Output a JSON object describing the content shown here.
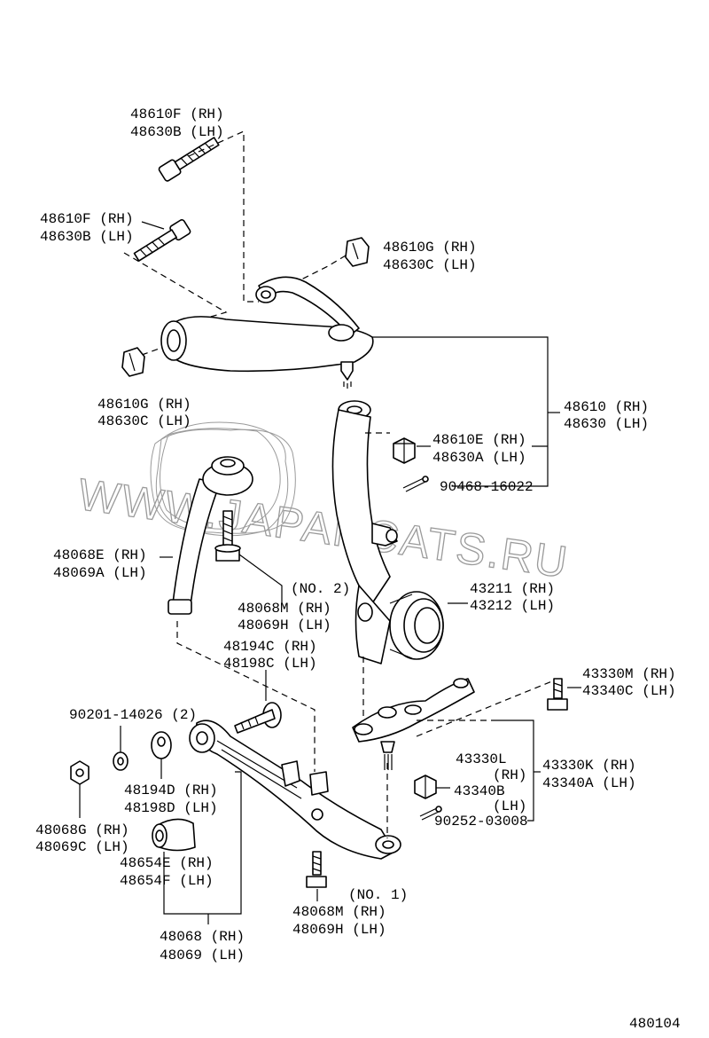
{
  "diagram_code": "480104",
  "watermark": {
    "line1": "WWW.JAPANCATS.RU"
  },
  "labels": {
    "bolt_top": [
      "48610F (RH)",
      "48630B (LH)"
    ],
    "bolt_mid": [
      "48610F (RH)",
      "48630B (LH)"
    ],
    "bushing_nut_right": [
      "48610G (RH)",
      "48630C (LH)"
    ],
    "bushing_nut_left": [
      "48610G (RH)",
      "48630C (LH)"
    ],
    "upper_arm": [
      "48610 (RH)",
      "48630 (LH)"
    ],
    "upper_nut": [
      "48610E (RH)",
      "48630A (LH)"
    ],
    "cotter_pin_upper": "90468-16022",
    "strut_rod_bracket": [
      "48068E (RH)",
      "48069A (LH)"
    ],
    "bolt_no2": [
      "(NO. 2)",
      "48068M (RH)",
      "48069H (LH)"
    ],
    "knuckle": [
      "43211 (RH)",
      "43212 (LH)"
    ],
    "lower_bolt": [
      "48194C (RH)",
      "48198C (LH)"
    ],
    "washer_qty": "90201-14026 (2)",
    "cam_plate": [
      "48194D (RH)",
      "48198D (LH)"
    ],
    "nut_left": [
      "48068G (RH)",
      "48069C (LH)"
    ],
    "lower_bushing": [
      "48654E (RH)",
      "48654F (LH)"
    ],
    "lower_arm": [
      "48068 (RH)",
      "48069 (LH)"
    ],
    "bolt_no1": [
      "(NO. 1)",
      "48068M (RH)",
      "48069H (LH)"
    ],
    "ball_joint_bolt": [
      "43330M (RH)",
      "43340C (LH)"
    ],
    "ball_joint": [
      "43330L",
      "(RH)",
      "43340B",
      "(LH)"
    ],
    "ball_joint_assy": [
      "43330K (RH)",
      "43340A (LH)"
    ],
    "cotter_pin_lower": "90252-03008"
  },
  "icons": [
    "upper-control-arm-icon",
    "steering-knuckle-icon",
    "lower-control-arm-icon",
    "ball-joint-icon",
    "bolt-icon",
    "nut-icon",
    "bushing-icon",
    "cotter-pin-icon",
    "washer-icon"
  ]
}
